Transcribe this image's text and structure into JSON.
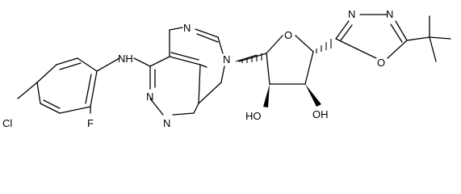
{
  "diagram": {
    "atom_labels": {
      "nh": "NH",
      "cl": "Cl",
      "f": "F",
      "n_imid_top": "N",
      "n9": "N",
      "n_pyr_left": "N",
      "n_pyr_bottom": "N",
      "o_ring": "O",
      "oh_left": "HO",
      "oh_right": "OH",
      "n_ox_left": "N",
      "n_ox_right": "N",
      "o_ox": "O"
    }
  }
}
